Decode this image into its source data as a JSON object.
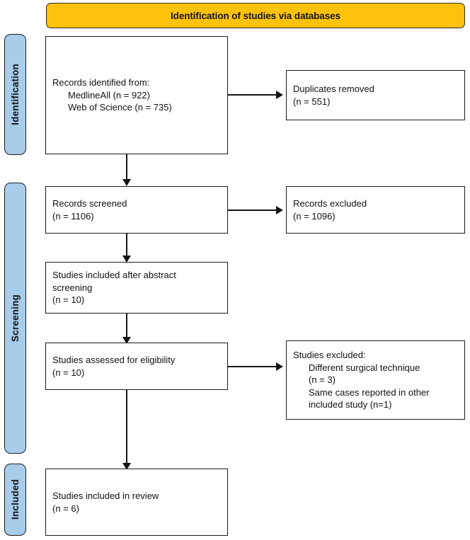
{
  "diagram": {
    "title": "Identification of studies via databases",
    "type": "prisma-flow-diagram",
    "colors": {
      "banner_bg": "#FFC20A",
      "stage_bg": "#A8CCEA",
      "box_border": "#1b1b1b",
      "text": "#111111"
    }
  },
  "stages": [
    {
      "id": "identification",
      "label": "Identification"
    },
    {
      "id": "screening",
      "label": "Screening"
    },
    {
      "id": "included",
      "label": "Included"
    }
  ],
  "nodes": [
    {
      "id": "records-identified",
      "lines": [
        {
          "text": "Records identified from:",
          "indent": false
        },
        {
          "text": "MedlineAll (n = 922)",
          "indent": true
        },
        {
          "text": "Web of Science (n = 735)",
          "indent": true
        }
      ]
    },
    {
      "id": "duplicates-removed",
      "lines": [
        {
          "text": "Duplicates removed",
          "indent": false
        },
        {
          "text": "(n = 551)",
          "indent": false
        }
      ]
    },
    {
      "id": "records-screened",
      "lines": [
        {
          "text": "Records screened",
          "indent": false
        },
        {
          "text": "(n = 1106)",
          "indent": false
        }
      ]
    },
    {
      "id": "records-excluded",
      "lines": [
        {
          "text": "Records excluded",
          "indent": false
        },
        {
          "text": "(n = 1096)",
          "indent": false
        }
      ]
    },
    {
      "id": "studies-after-abstract-screening",
      "lines": [
        {
          "text": "Studies included after abstract",
          "indent": false
        },
        {
          "text": "screening",
          "indent": false
        },
        {
          "text": "(n = 10)",
          "indent": false
        }
      ]
    },
    {
      "id": "studies-assessed-eligibility",
      "lines": [
        {
          "text": "Studies assessed for eligibility",
          "indent": false
        },
        {
          "text": "(n = 10)",
          "indent": false
        }
      ]
    },
    {
      "id": "studies-excluded",
      "lines": [
        {
          "text": "Studies excluded:",
          "indent": false
        },
        {
          "text": "Different surgical technique",
          "indent": true
        },
        {
          "text": "(n = 3)",
          "indent": true
        },
        {
          "text": "Same cases reported in other",
          "indent": true
        },
        {
          "text": "included study (n=1)",
          "indent": true
        }
      ]
    },
    {
      "id": "studies-included-review",
      "lines": [
        {
          "text": "Studies included in review",
          "indent": false
        },
        {
          "text": "(n = 6)",
          "indent": false
        }
      ]
    }
  ],
  "counts": {
    "medline_all": 922,
    "web_of_science": 735,
    "duplicates_removed": 551,
    "records_screened": 1106,
    "records_excluded": 1096,
    "studies_after_abstract_screening": 10,
    "studies_assessed_for_eligibility": 10,
    "excluded_different_surgical_technique": 3,
    "excluded_same_cases_reported": 1,
    "studies_included_in_review": 6
  }
}
